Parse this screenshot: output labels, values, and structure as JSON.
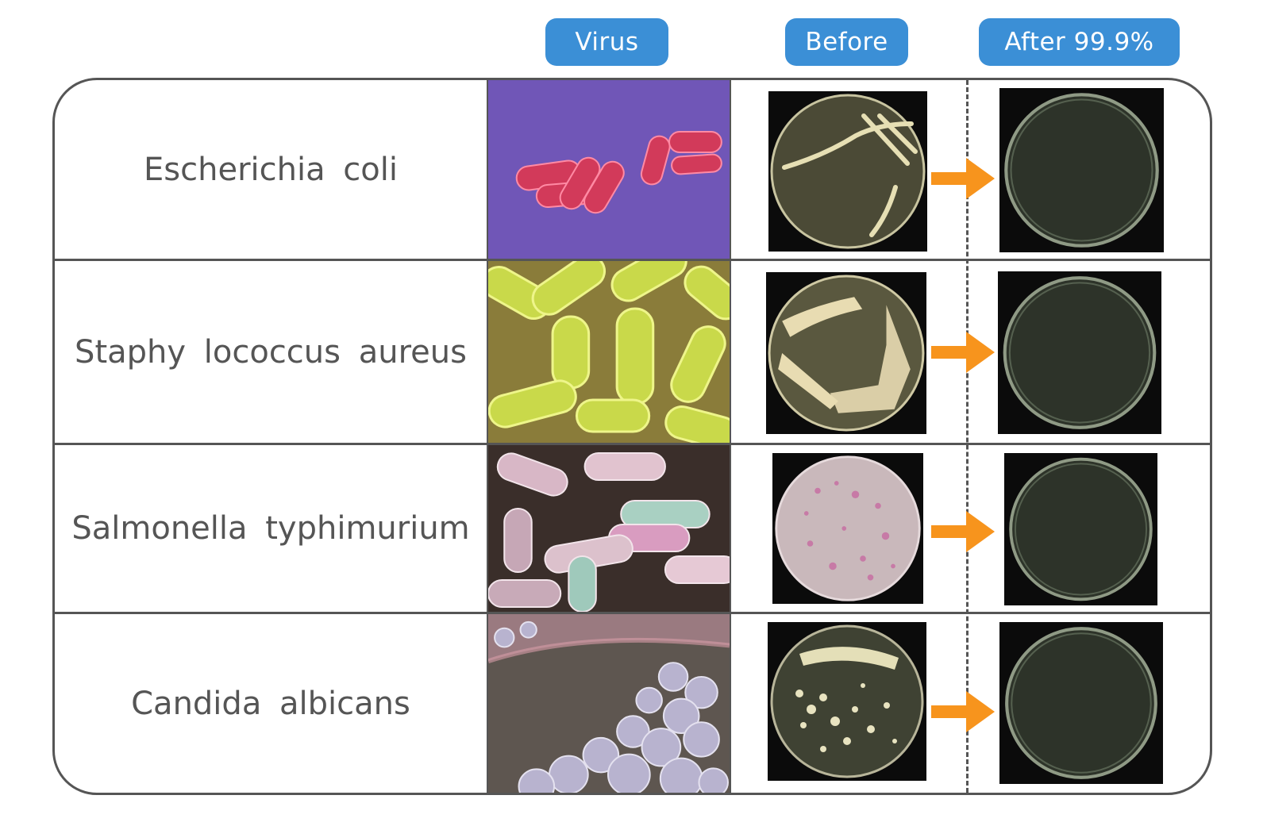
{
  "headers": {
    "virus": "Virus",
    "before": "Before",
    "after": "After 99.9%"
  },
  "colors": {
    "header_pill": "#3b8fd6",
    "arrow": "#f7941d",
    "border": "#555555",
    "text": "#555555"
  },
  "rows": [
    {
      "name": "Escherichia coli",
      "micro_icon": "e-coli-micrograph",
      "before_icon": "petri-dish-streaked",
      "after_icon": "petri-dish-clear"
    },
    {
      "name": "Staphy lococcus aureus",
      "micro_icon": "staphylococcus-micrograph",
      "before_icon": "petri-dish-streaked",
      "after_icon": "petri-dish-clear"
    },
    {
      "name": "Salmonella typhimurium",
      "micro_icon": "salmonella-micrograph",
      "before_icon": "petri-dish-colonies",
      "after_icon": "petri-dish-clear"
    },
    {
      "name": "Candida albicans",
      "micro_icon": "candida-micrograph",
      "before_icon": "petri-dish-colonies",
      "after_icon": "petri-dish-clear"
    }
  ]
}
